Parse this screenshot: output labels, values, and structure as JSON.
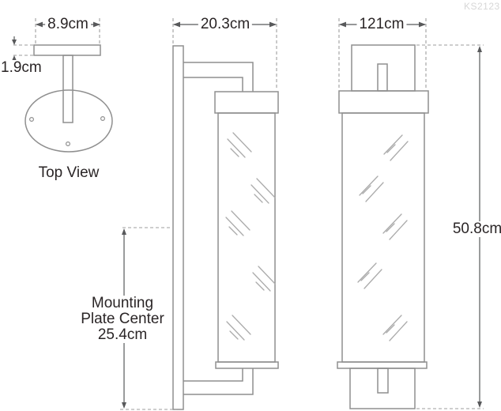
{
  "meta": {
    "product_code": "KS2123"
  },
  "labels": {
    "top_view": "Top View"
  },
  "dimensions": {
    "plate_width": "8.9cm",
    "plate_thickness": "1.9cm",
    "depth": "20.3cm",
    "width": "121cm",
    "height": "50.8cm",
    "mounting": {
      "line1": "Mounting",
      "line2": "Plate Center",
      "line3": "25.4cm"
    }
  },
  "colors": {
    "outline": "#8f8f8f",
    "hatch": "#ababab",
    "dimension": "#58595b",
    "dashed": "#9e9e9e",
    "text": "#2a2526",
    "watermark": "#d7d7d7",
    "background": "#ffffff"
  }
}
